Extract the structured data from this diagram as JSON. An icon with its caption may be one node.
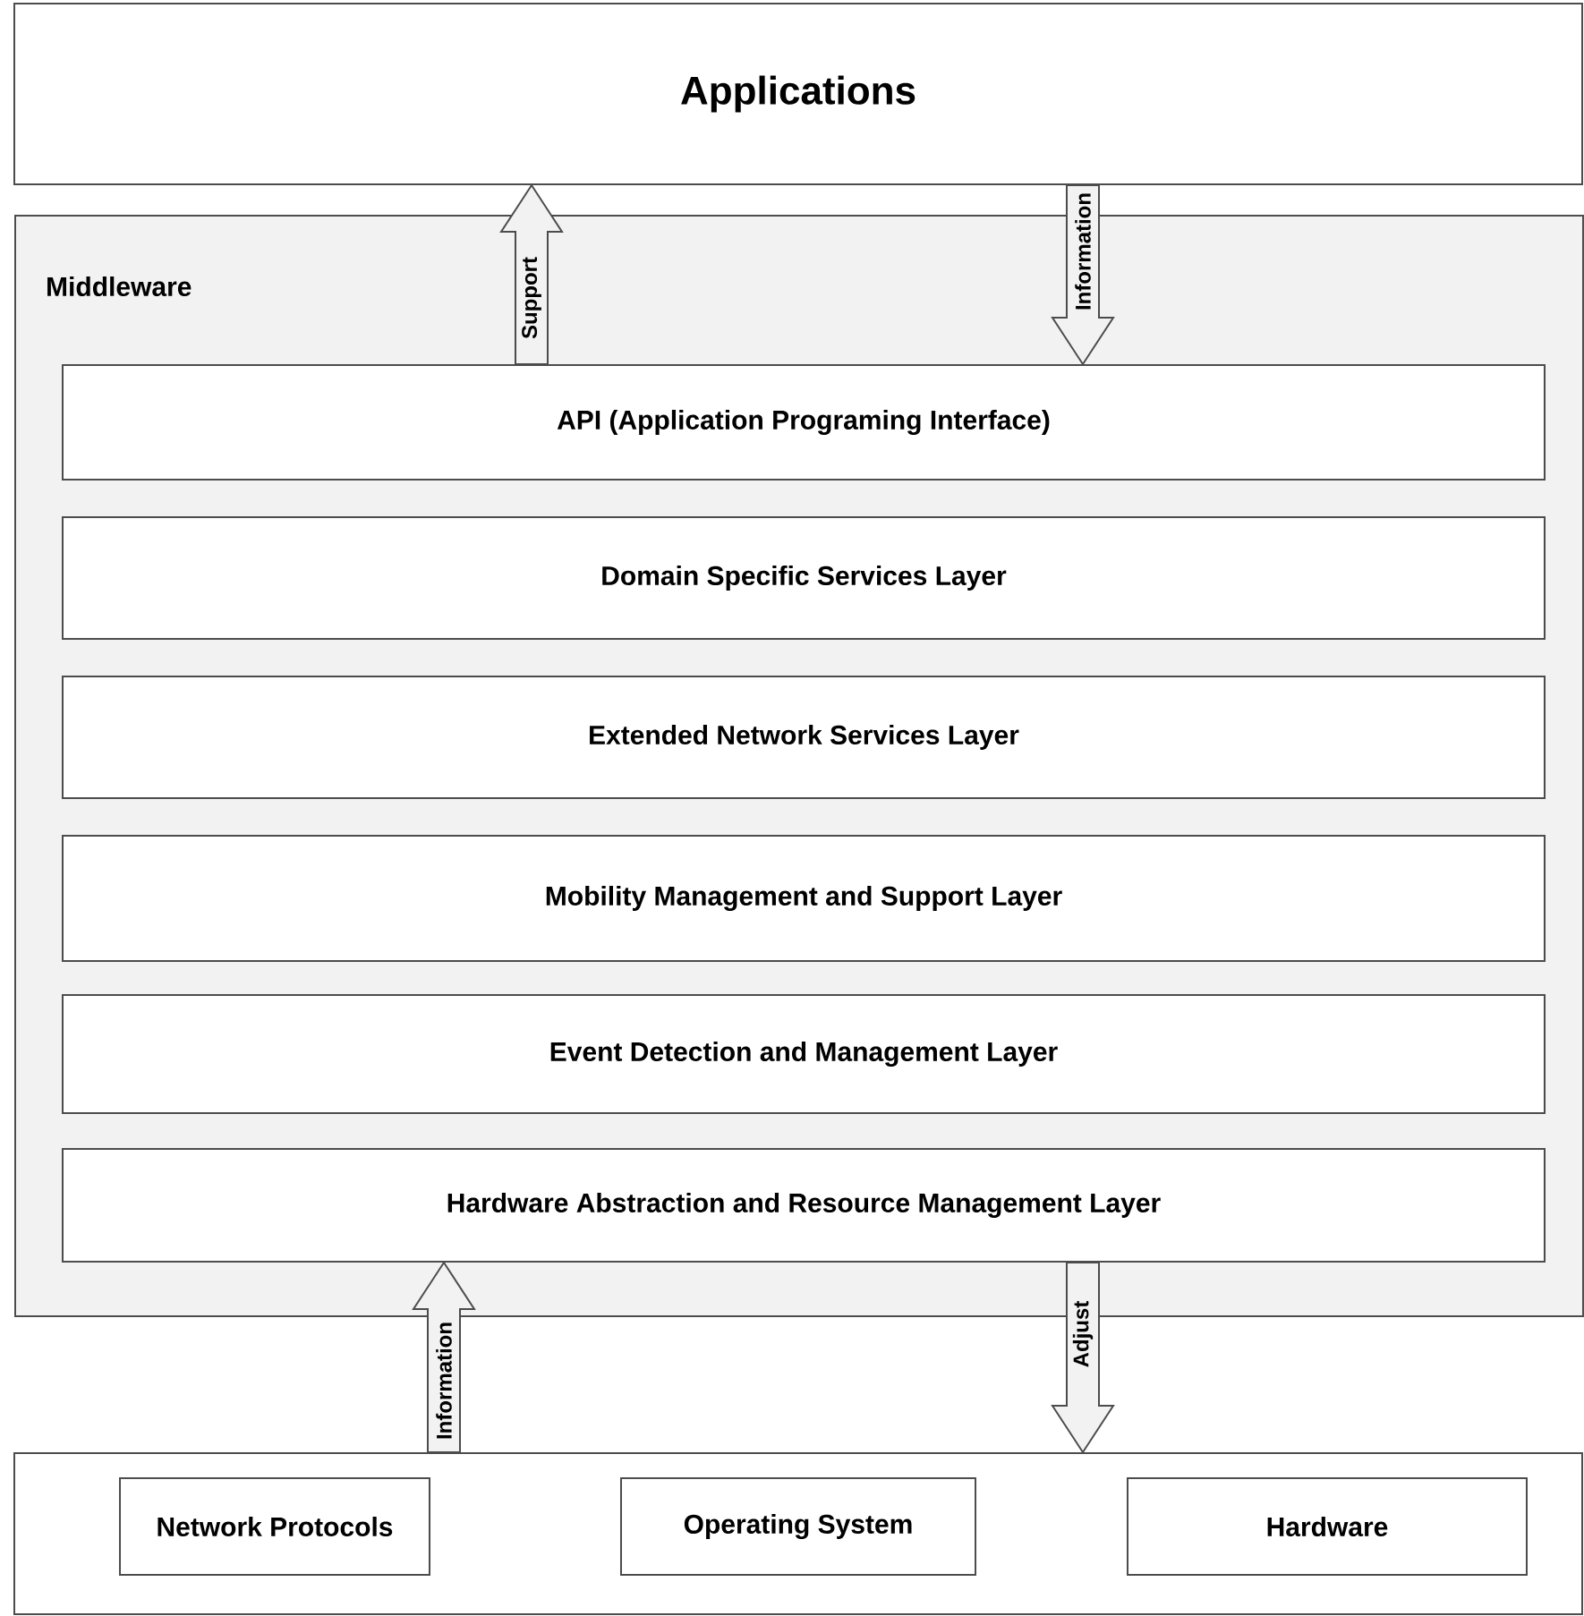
{
  "diagram": {
    "nodes": [
      {
        "text": [
          "Applications"
        ]
      },
      {
        "text": [
          "Middleware"
        ]
      },
      {
        "text": [
          "API (Application Programing Interface)"
        ],
        "in": 1
      },
      {
        "text": [
          "Domain Specific Services Layer"
        ],
        "in": 1
      },
      {
        "text": [
          "Extended Network Services Layer"
        ],
        "in": 1
      },
      {
        "text": [
          "Mobility Management and Support Layer"
        ],
        "in": 1
      },
      {
        "text": [
          "Event Detection and Management Layer"
        ],
        "in": 1
      },
      {
        "text": [
          "Hardware Abstraction and Resource Management Layer"
        ],
        "in": 1
      },
      {
        "text": [],
        "shape": "box"
      },
      {
        "text": [
          "Network Protocols"
        ],
        "in": 8
      },
      {
        "text": [
          "Operating System"
        ],
        "in": 8
      },
      {
        "text": [
          "Hardware"
        ],
        "in": 8
      }
    ],
    "edges": [
      {
        "from": 2,
        "to": 0,
        "arrow": "to",
        "label": "Support"
      },
      {
        "from": 0,
        "to": 2,
        "arrow": "to",
        "label": "Information"
      },
      {
        "from": 8,
        "to": 7,
        "arrow": "to",
        "label": "Information"
      },
      {
        "from": 7,
        "to": 8,
        "arrow": "to",
        "label": "Adjust"
      }
    ]
  }
}
